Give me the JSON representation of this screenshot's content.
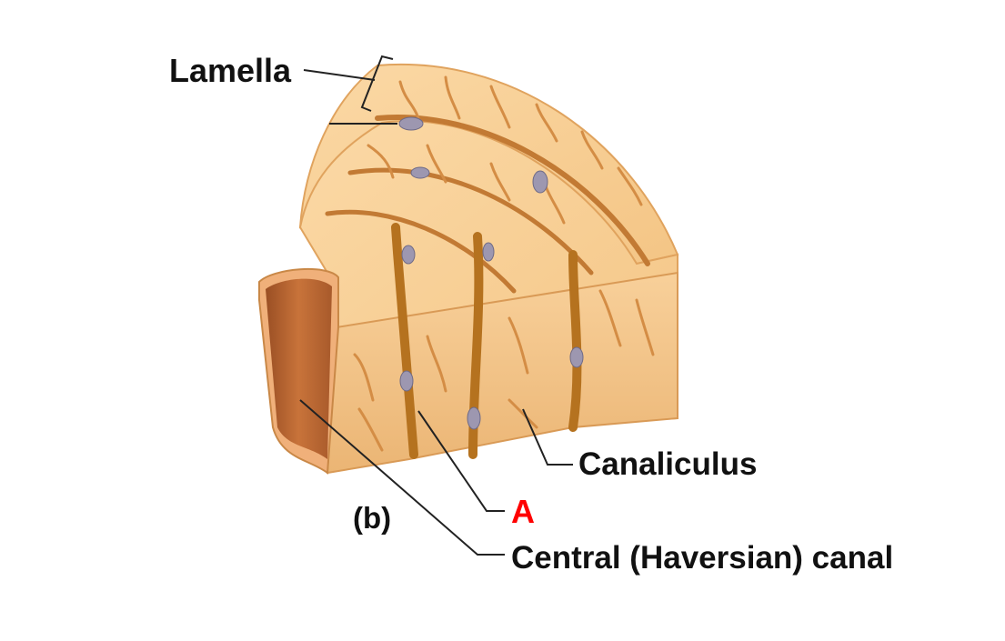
{
  "labels": {
    "lamella": "Lamella",
    "canaliculus": "Canaliculus",
    "unknown": "A",
    "panel": "(b)",
    "central_canal": "Central (Haversian) canal"
  },
  "colors": {
    "bone_light": "#f7cf96",
    "bone_mid": "#efb877",
    "bone_shadow": "#cf8a45",
    "lacuna_network": "#b5721f",
    "osteocyte": "#9d97b0",
    "canal_inner": "#b56530",
    "canal_edge": "#f0b07a",
    "leader_line": "#222222",
    "label_unknown": "#ff0000"
  }
}
